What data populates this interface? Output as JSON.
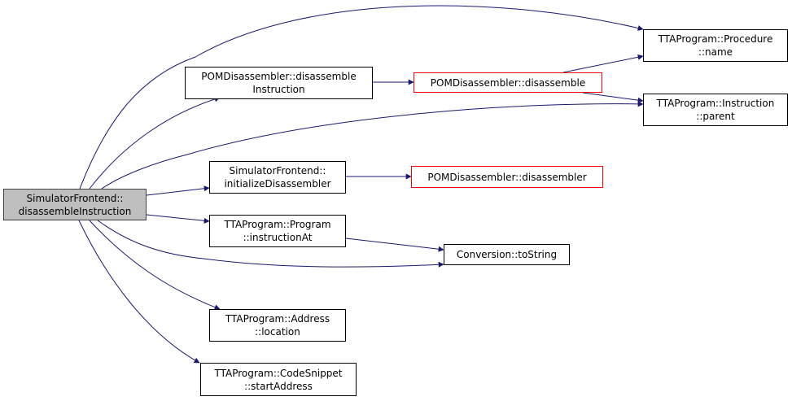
{
  "graph": {
    "edge_color": "#191970",
    "focus_fill": "#bfbfbf",
    "truncated_border": "#ff0000",
    "nodes": [
      {
        "id": "sf_disasm",
        "lines": [
          "SimulatorFrontend::",
          "disassembleInstruction"
        ],
        "focus": true
      },
      {
        "id": "pom_disasm_instr",
        "lines": [
          "POMDisassembler::disassemble",
          "Instruction"
        ]
      },
      {
        "id": "pom_disasm",
        "lines": [
          "POMDisassembler::disassemble"
        ],
        "truncated": true
      },
      {
        "id": "proc_name",
        "lines": [
          "TTAProgram::Procedure",
          "::name"
        ]
      },
      {
        "id": "instr_parent",
        "lines": [
          "TTAProgram::Instruction",
          "::parent"
        ]
      },
      {
        "id": "sf_init",
        "lines": [
          "SimulatorFrontend::",
          "initializeDisassembler"
        ]
      },
      {
        "id": "pom_disassembler",
        "lines": [
          "POMDisassembler::disassembler"
        ],
        "truncated": true
      },
      {
        "id": "prog_instrat",
        "lines": [
          "TTAProgram::Program",
          "::instructionAt"
        ]
      },
      {
        "id": "conv_tostring",
        "lines": [
          "Conversion::toString"
        ]
      },
      {
        "id": "addr_location",
        "lines": [
          "TTAProgram::Address",
          "::location"
        ]
      },
      {
        "id": "snippet_start",
        "lines": [
          "TTAProgram::CodeSnippet",
          "::startAddress"
        ]
      }
    ],
    "edges": [
      {
        "from": "sf_disasm",
        "to": "pom_disasm_instr"
      },
      {
        "from": "sf_disasm",
        "to": "proc_name"
      },
      {
        "from": "sf_disasm",
        "to": "instr_parent"
      },
      {
        "from": "sf_disasm",
        "to": "sf_init"
      },
      {
        "from": "sf_disasm",
        "to": "prog_instrat"
      },
      {
        "from": "sf_disasm",
        "to": "conv_tostring"
      },
      {
        "from": "sf_disasm",
        "to": "addr_location"
      },
      {
        "from": "sf_disasm",
        "to": "snippet_start"
      },
      {
        "from": "pom_disasm_instr",
        "to": "pom_disasm"
      },
      {
        "from": "pom_disasm",
        "to": "proc_name"
      },
      {
        "from": "pom_disasm",
        "to": "instr_parent"
      },
      {
        "from": "sf_init",
        "to": "pom_disassembler"
      },
      {
        "from": "prog_instrat",
        "to": "conv_tostring"
      }
    ]
  }
}
